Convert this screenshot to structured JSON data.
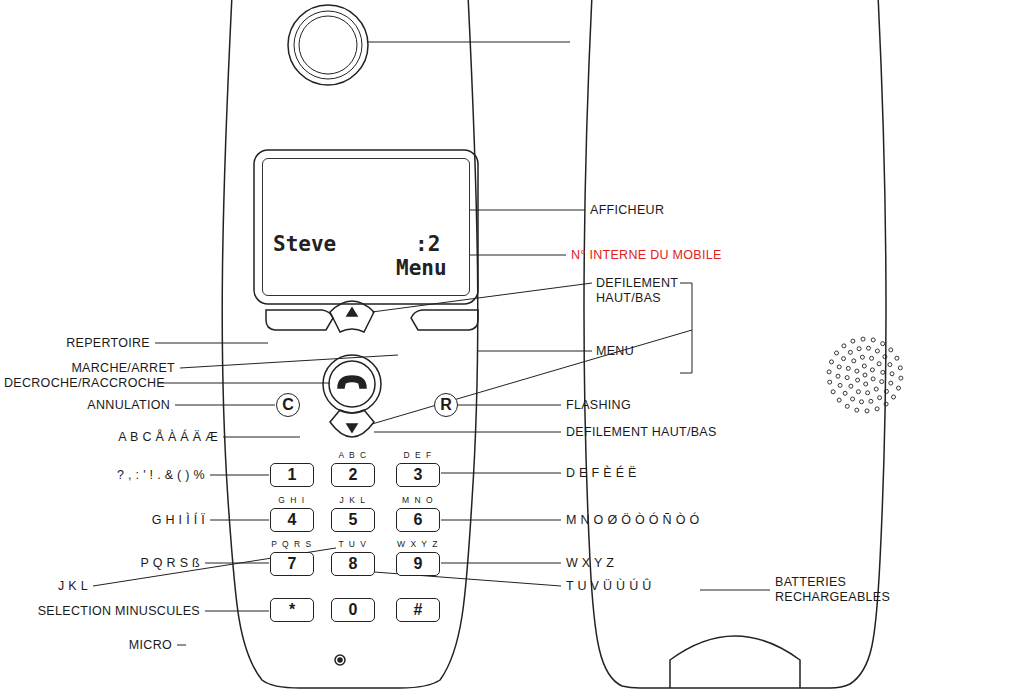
{
  "diagram": {
    "nodes": [
      {
        "text": [
          "Steve",
          ":2",
          "Menu"
        ]
      },
      {
        "text": [
          "C"
        ]
      },
      {
        "text": [
          "R"
        ]
      },
      {
        "text": [
          "1"
        ]
      },
      {
        "text": [
          "A B C",
          "2"
        ]
      },
      {
        "text": [
          "D E F",
          "3"
        ]
      },
      {
        "text": [
          "G H I",
          "4"
        ]
      },
      {
        "text": [
          "J K L",
          "5"
        ]
      },
      {
        "text": [
          "M N O",
          "6"
        ]
      },
      {
        "text": [
          "P Q R S",
          "7"
        ]
      },
      {
        "text": [
          "T U V",
          "8"
        ]
      },
      {
        "text": [
          "W X Y Z",
          "9"
        ]
      },
      {
        "text": [
          "*"
        ]
      },
      {
        "text": [
          "0"
        ]
      },
      {
        "text": [
          "#"
        ]
      }
    ],
    "labels": [
      "AFFICHEUR",
      "N° INTERNE DU MOBILE",
      "DEFILEMENT HAUT/BAS",
      "MENU",
      "FLASHING",
      "DEFILEMENT HAUT/BAS",
      "D E F È É Ë",
      "M N O Ø Ö Ò Ó Ñ Ò Ó",
      "W X Y Z",
      "T U V Ü Ù Ú Û",
      "BATTERIES RECHARGEABLES",
      "REPERTOIRE",
      "MARCHE/ARRET",
      "DECROCHE/RACCROCHE",
      "ANNULATION",
      "A B C Å À Á Ä Æ",
      "? , : ' ! . & ( ) %",
      "G H I Ì Í Ï",
      "P Q R S ß",
      "J K L",
      "SELECTION MINUSCULES",
      "MICRO"
    ]
  }
}
